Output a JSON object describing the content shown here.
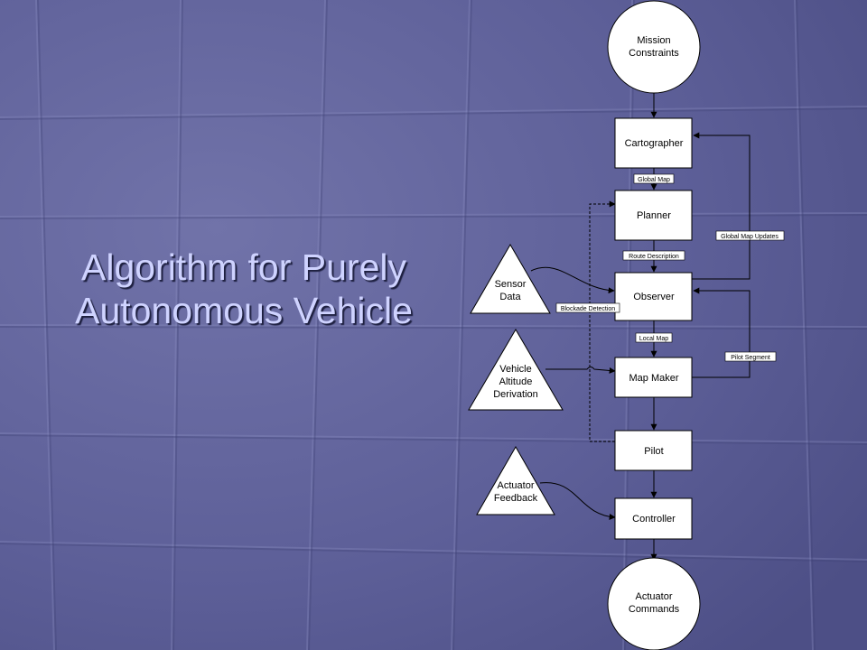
{
  "slide": {
    "title_line1": "Algorithm for Purely",
    "title_line2": "Autonomous Vehicle"
  },
  "diagram": {
    "nodes": {
      "mission_constraints": [
        "Mission",
        "Constraints"
      ],
      "cartographer": "Cartographer",
      "planner": "Planner",
      "observer": "Observer",
      "map_maker": "Map Maker",
      "pilot": "Pilot",
      "controller": "Controller",
      "actuator_commands": [
        "Actuator",
        "Commands"
      ],
      "sensor_data": [
        "Sensor",
        "Data"
      ],
      "vehicle_altitude_derivation": [
        "Vehicle",
        "Altitude",
        "Derivation"
      ],
      "actuator_feedback": [
        "Actuator",
        "Feedback"
      ]
    },
    "edge_labels": {
      "global_map": "Global Map",
      "route_description": "Route Description",
      "local_map": "Local Map",
      "blockade_detection": "Blockade Detection",
      "global_map_updates": "Global Map Updates",
      "pilot_segment": "Pilot Segment"
    }
  },
  "colors": {
    "background": "#5c5e97",
    "title_text": "#cfd3ff",
    "node_fill": "#ffffff",
    "node_stroke": "#000000"
  }
}
